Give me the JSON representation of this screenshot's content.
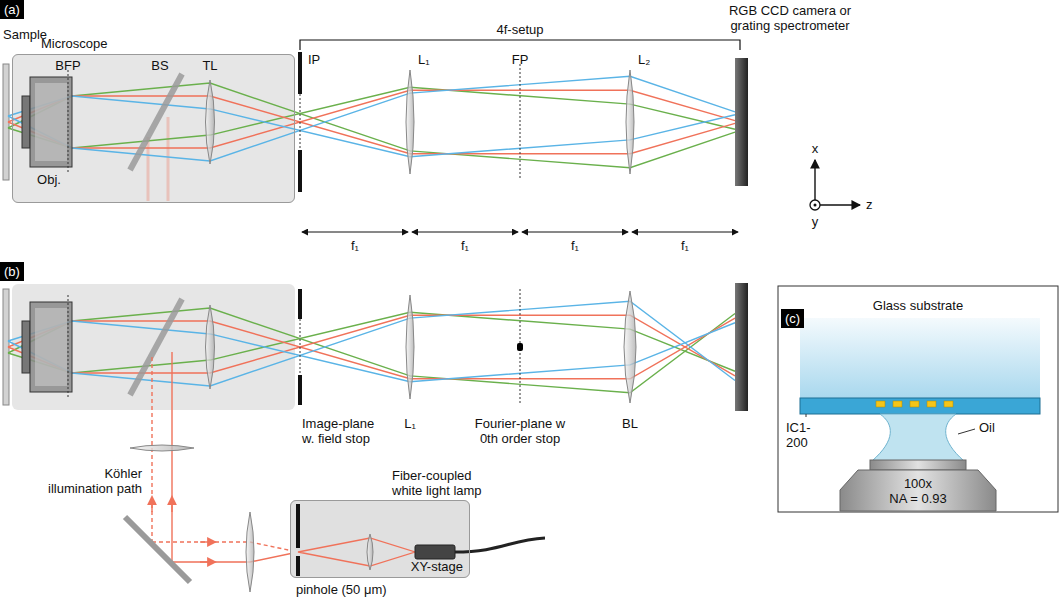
{
  "diagram": {
    "nodes": [
      {
        "text": [
          "(a)"
        ]
      },
      {
        "text": [
          "Microscope"
        ]
      },
      {
        "text": [
          "(b)"
        ]
      },
      {
        "text": [
          "XY-stage"
        ]
      },
      {
        "text": [
          "(c)"
        ]
      }
    ],
    "labels": [
      "Sample",
      "BFP",
      "BS",
      "TL",
      "Obj.",
      "4f-setup",
      "IP",
      "L₁",
      "FP",
      "L₂",
      "RGB CCD camera or grating spectrometer",
      "x",
      "y",
      "z",
      "f₁",
      "f₁",
      "f₁",
      "f₁",
      "Image-plane w. field stop",
      "L₁",
      "Fourier-plane w 0th order stop",
      "BL",
      "Köhler illumination path",
      "Fiber-coupled white light lamp",
      "pinhole (50 μm)",
      "Glass substrate",
      "IC1-200",
      "Oil",
      "100x",
      "NA = 0.93"
    ]
  }
}
